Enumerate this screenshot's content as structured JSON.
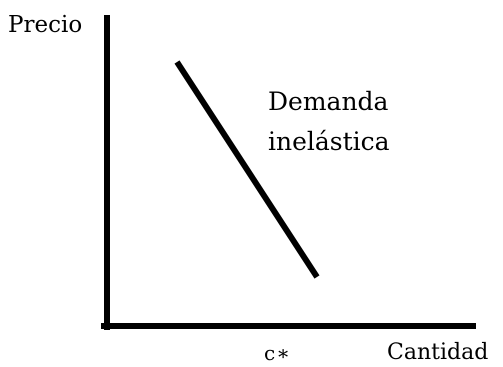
{
  "diagram": {
    "y_axis_label": "Precio",
    "x_axis_label": "Cantidad",
    "quantity_marker": "c∗",
    "curve_label_line1": "Demanda",
    "curve_label_line2": "inelástica",
    "line_color": "#000000"
  }
}
